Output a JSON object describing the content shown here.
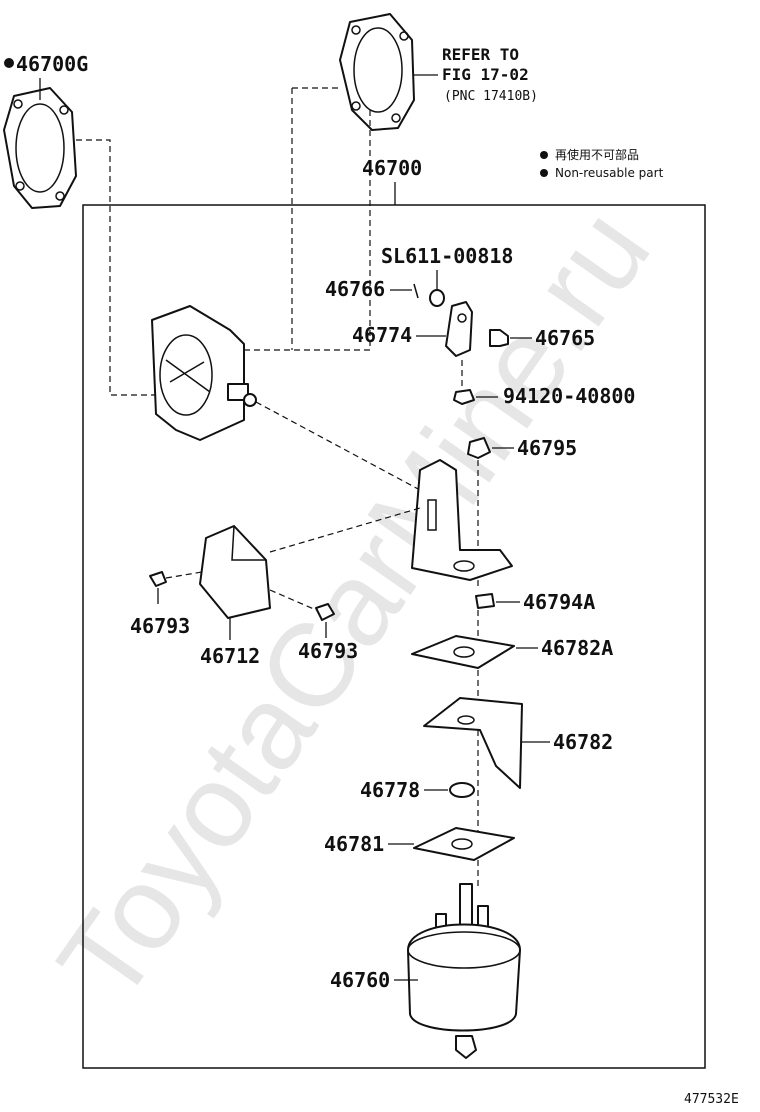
{
  "watermark": "ToyotaCarMine.ru",
  "figure_id": "477532E",
  "assembly_label": "46700",
  "legend": {
    "jp": "再使用不可部品",
    "en": "Non-reusable part"
  },
  "refer": {
    "line1": "REFER TO",
    "line2": "FIG 17-02",
    "line3": "(PNC 17410B)"
  },
  "parts": {
    "p46700G": "46700G",
    "sl611": "SL611-00818",
    "p46766": "46766",
    "p46774": "46774",
    "p46765": "46765",
    "p94120": "94120-40800",
    "p46795": "46795",
    "p46793a": "46793",
    "p46712": "46712",
    "p46793b": "46793",
    "p46794A": "46794A",
    "p46782A": "46782A",
    "p46782": "46782",
    "p46778": "46778",
    "p46781": "46781",
    "p46760": "46760"
  }
}
